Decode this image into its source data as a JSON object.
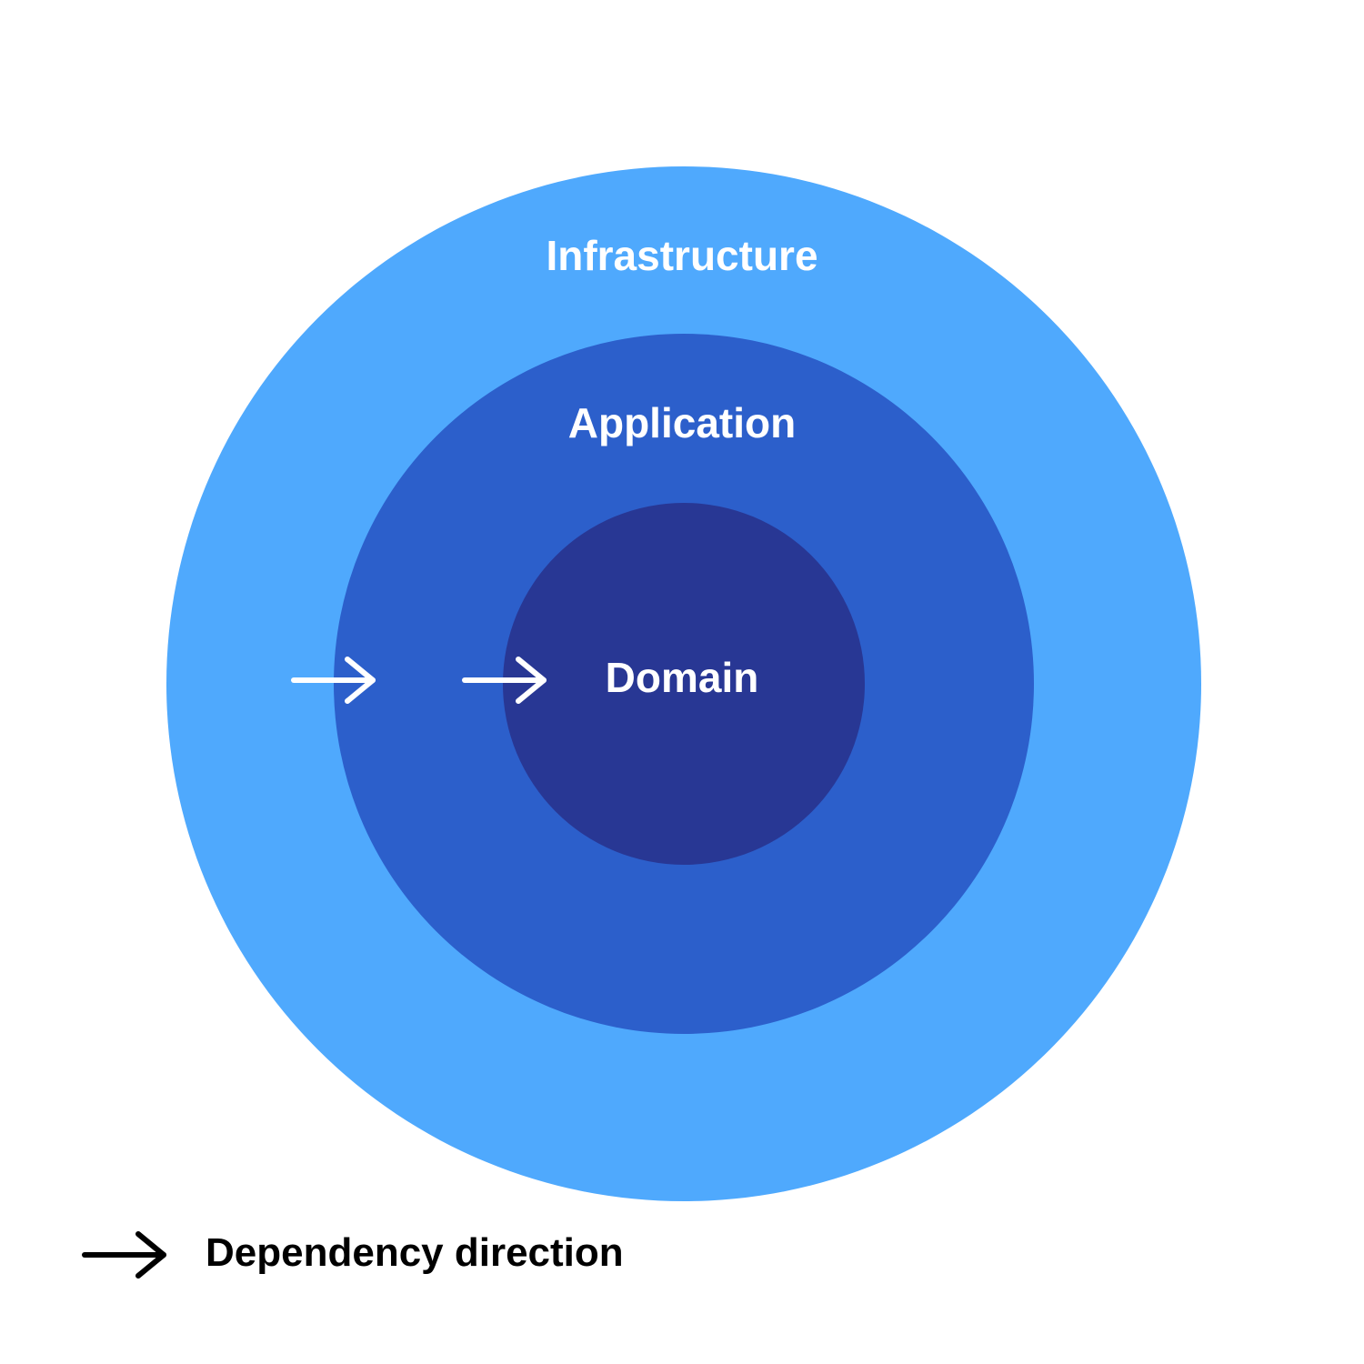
{
  "layers": [
    {
      "label": "Infrastructure",
      "color": "#4FA9FD"
    },
    {
      "label": "Application",
      "color": "#2C5FCB"
    },
    {
      "label": "Domain",
      "color": "#283794"
    }
  ],
  "arrows": {
    "count_inside_diagram": 2,
    "diagram_arrow_color": "#FFFFFF",
    "icon": "arrow-right-icon"
  },
  "legend": {
    "icon": "arrow-right-icon",
    "icon_color": "#000000",
    "label": "Dependency direction"
  }
}
